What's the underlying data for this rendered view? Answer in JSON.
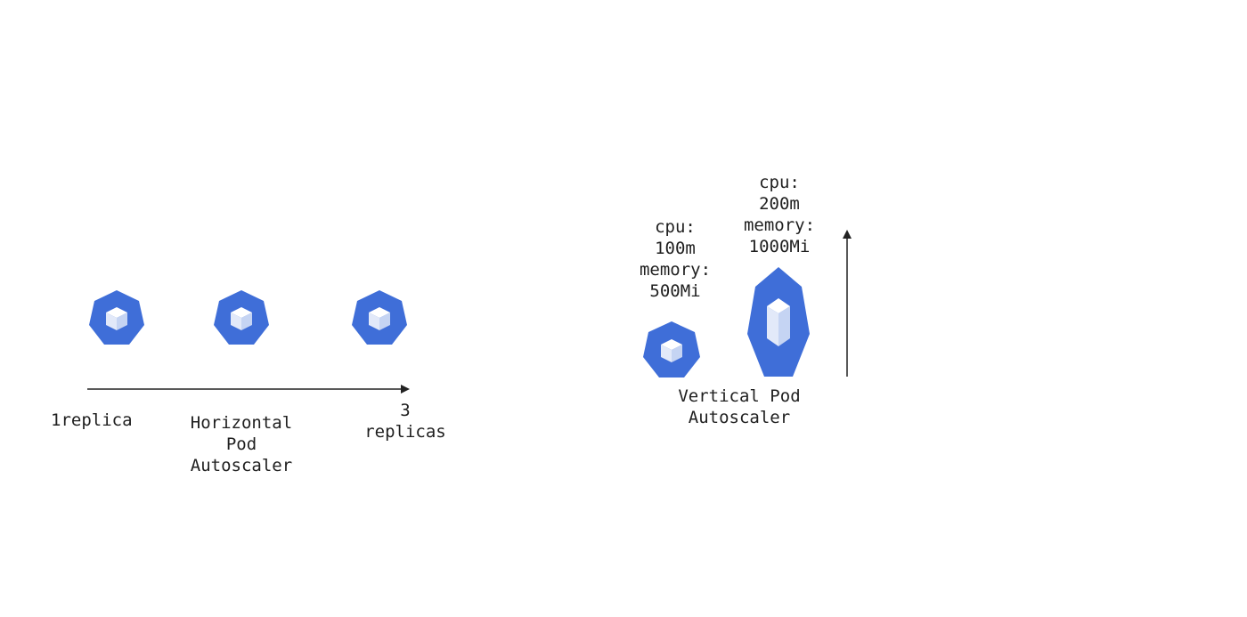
{
  "colors": {
    "pod_fill": "#3F6ED8",
    "cube_fill": "#FFFFFF",
    "arrow": "#222222",
    "text": "#1F1F1F",
    "background": "#FFFFFF"
  },
  "icons": {
    "pod": "kubernetes-pod-heptagon-icon",
    "cube": "cube-icon",
    "arrow_right": "arrow-right-icon",
    "arrow_up": "arrow-up-icon"
  },
  "horizontal": {
    "pod_count": 3,
    "start_label": "1replica",
    "title": "Horizontal\nPod\nAutoscaler",
    "end_label": "3\nreplicas"
  },
  "vertical": {
    "small_pod_label": "cpu:\n100m\nmemory:\n500Mi",
    "large_pod_label": "cpu:\n200m\nmemory:\n1000Mi",
    "title": "Vertical Pod\nAutoscaler"
  }
}
